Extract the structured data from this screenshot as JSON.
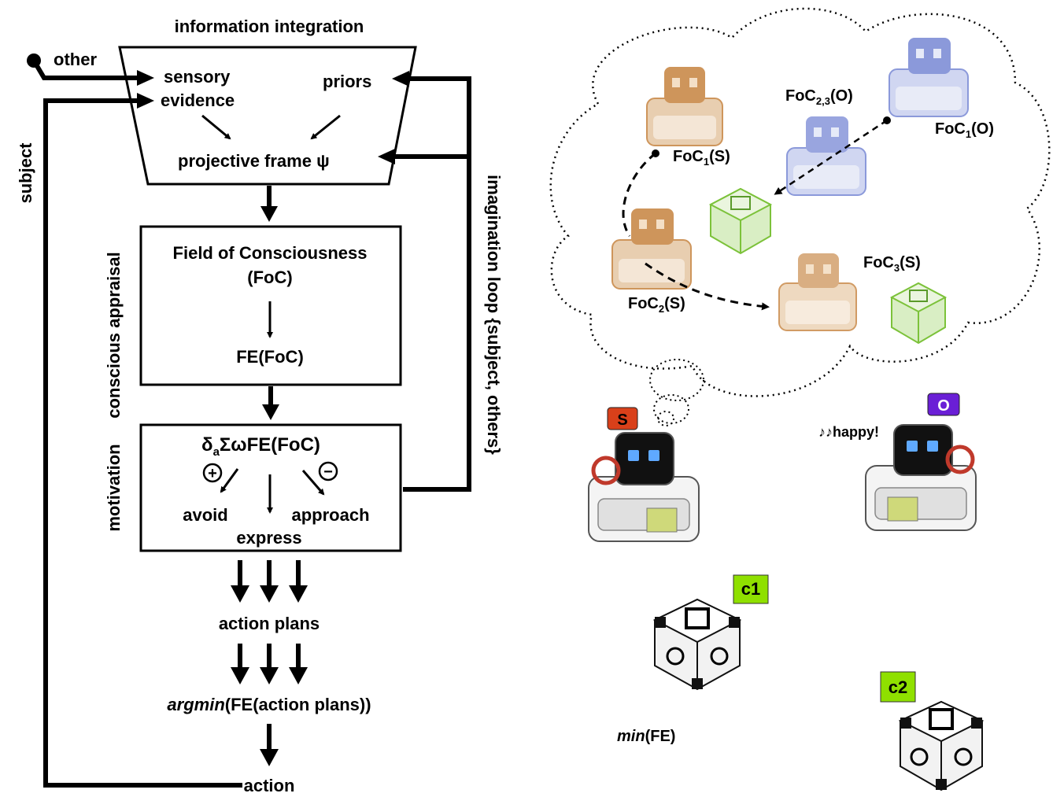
{
  "left_diagram": {
    "title": "information integration",
    "other_label": "other",
    "subject_label": "subject",
    "sensory_line1": "sensory",
    "sensory_line2": "evidence",
    "priors": "priors",
    "projective_frame": "projective frame ψ",
    "imagination_loop": "imagination loop {subject, others}",
    "conscious_appraisal": "conscious appraisal",
    "foc_title_line1": "Field of Consciousness",
    "foc_title_line2": "(FoC)",
    "fe_foc": "FE(FoC)",
    "motivation_label": "motivation",
    "motivation_formula_delta": "δ",
    "motivation_formula_sub": "a",
    "motivation_formula_rest": "ΣωFE(FoC)",
    "plus_sign": "+",
    "minus_sign": "−",
    "avoid": "avoid",
    "express": "express",
    "approach": "approach",
    "action_plans": "action plans",
    "argmin_italic": "argmin",
    "argmin_rest": "(FE(action plans))",
    "action": "action"
  },
  "right_scene": {
    "foc1_s_base": "FoC",
    "foc1_s_sub": "1",
    "foc1_s_tail": "(S)",
    "foc2_s_base": "FoC",
    "foc2_s_sub": "2",
    "foc2_s_tail": "(S)",
    "foc3_s_base": "FoC",
    "foc3_s_sub": "3",
    "foc3_s_tail": "(S)",
    "foc1_o_base": "FoC",
    "foc1_o_sub": "1",
    "foc1_o_tail": "(O)",
    "foc23_o_base": "FoC",
    "foc23_o_sub": "2,3",
    "foc23_o_tail": "(O)",
    "badge_s": "S",
    "badge_o": "O",
    "happy": "♪♪happy!",
    "cube_c1": "c1",
    "cube_c2": "c2",
    "min_italic": "min",
    "min_rest": "(FE)"
  },
  "colors": {
    "badge_s": "#d9401a",
    "badge_o": "#6a1fd6",
    "cube_label": "#8fe000",
    "robot_orange": "#c98a4a",
    "robot_blue": "#7f8fd6",
    "cube_green": "#7cc23a"
  }
}
